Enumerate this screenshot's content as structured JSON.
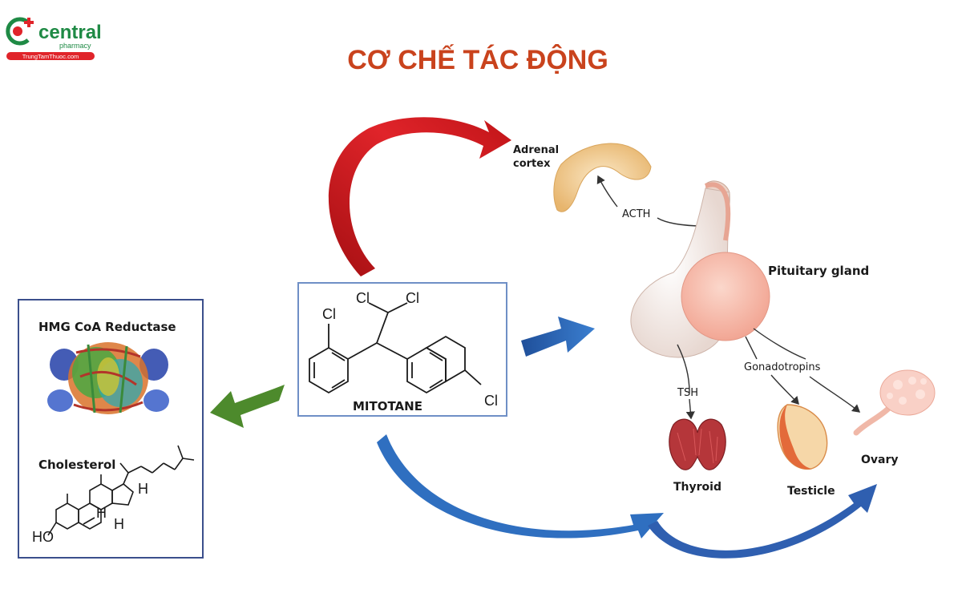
{
  "brand": {
    "name": "central",
    "subtitle": "pharmacy",
    "website": "TrungTamThuoc.com",
    "colors": {
      "green": "#1f8a45",
      "red": "#e0242a"
    }
  },
  "title": "CƠ CHẾ TÁC ĐỘNG",
  "drug": {
    "name": "MITOTANE",
    "atoms": [
      "Cl",
      "Cl",
      "Cl",
      "Cl"
    ]
  },
  "left_panel": {
    "enzyme_label": "HMG CoA Reductase",
    "cholesterol_label": "Cholesterol",
    "ho_label": "HO",
    "h_label": "H"
  },
  "organs": {
    "adrenal_line1": "Adrenal",
    "adrenal_line2": "cortex",
    "pituitary": "Pituitary gland",
    "thyroid": "Thyroid",
    "testicle": "Testicle",
    "ovary": "Ovary"
  },
  "hormones": {
    "acth": "ACTH",
    "tsh": "TSH",
    "gonadotropins": "Gonadotropins"
  },
  "arrow_colors": {
    "to_adrenal": "#d6161b",
    "to_pituitary": "#2f6fc0",
    "to_left_panel": "#4d8a2c",
    "to_gonads": "#2f5fb0"
  },
  "icons": [
    "cross-logo-icon",
    "protein-structure-icon",
    "adrenal-gland-icon",
    "pituitary-gland-icon",
    "thyroid-icon",
    "testicle-icon",
    "ovary-icon"
  ]
}
